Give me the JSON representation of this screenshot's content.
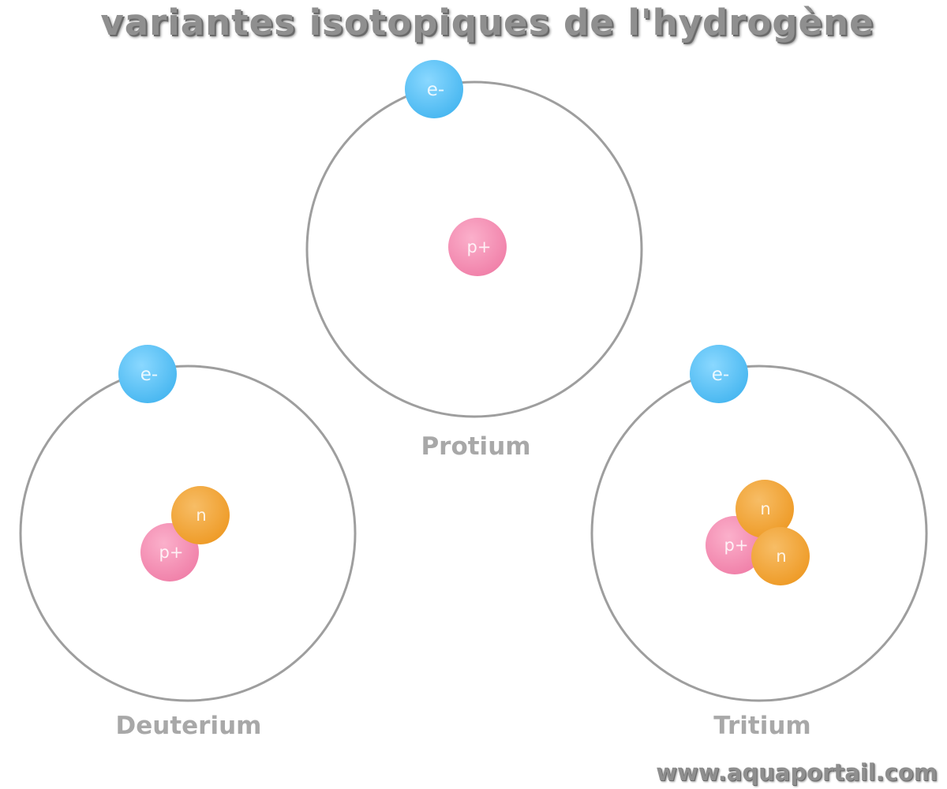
{
  "title": "variantes isotopiques de l'hydrogène",
  "watermark": "www.aquaportail.com",
  "particle_labels": {
    "electron": "e-",
    "proton": "p+",
    "neutron": "n"
  },
  "atoms": [
    {
      "label": "Protium"
    },
    {
      "label": "Deuterium"
    },
    {
      "label": "Tritium"
    }
  ],
  "colors": {
    "orbit": "#9e9e9e",
    "electron": "#5cc2f5",
    "proton": "#f48fb5",
    "neutron": "#f2a33a",
    "label": "#a8a8a8"
  }
}
